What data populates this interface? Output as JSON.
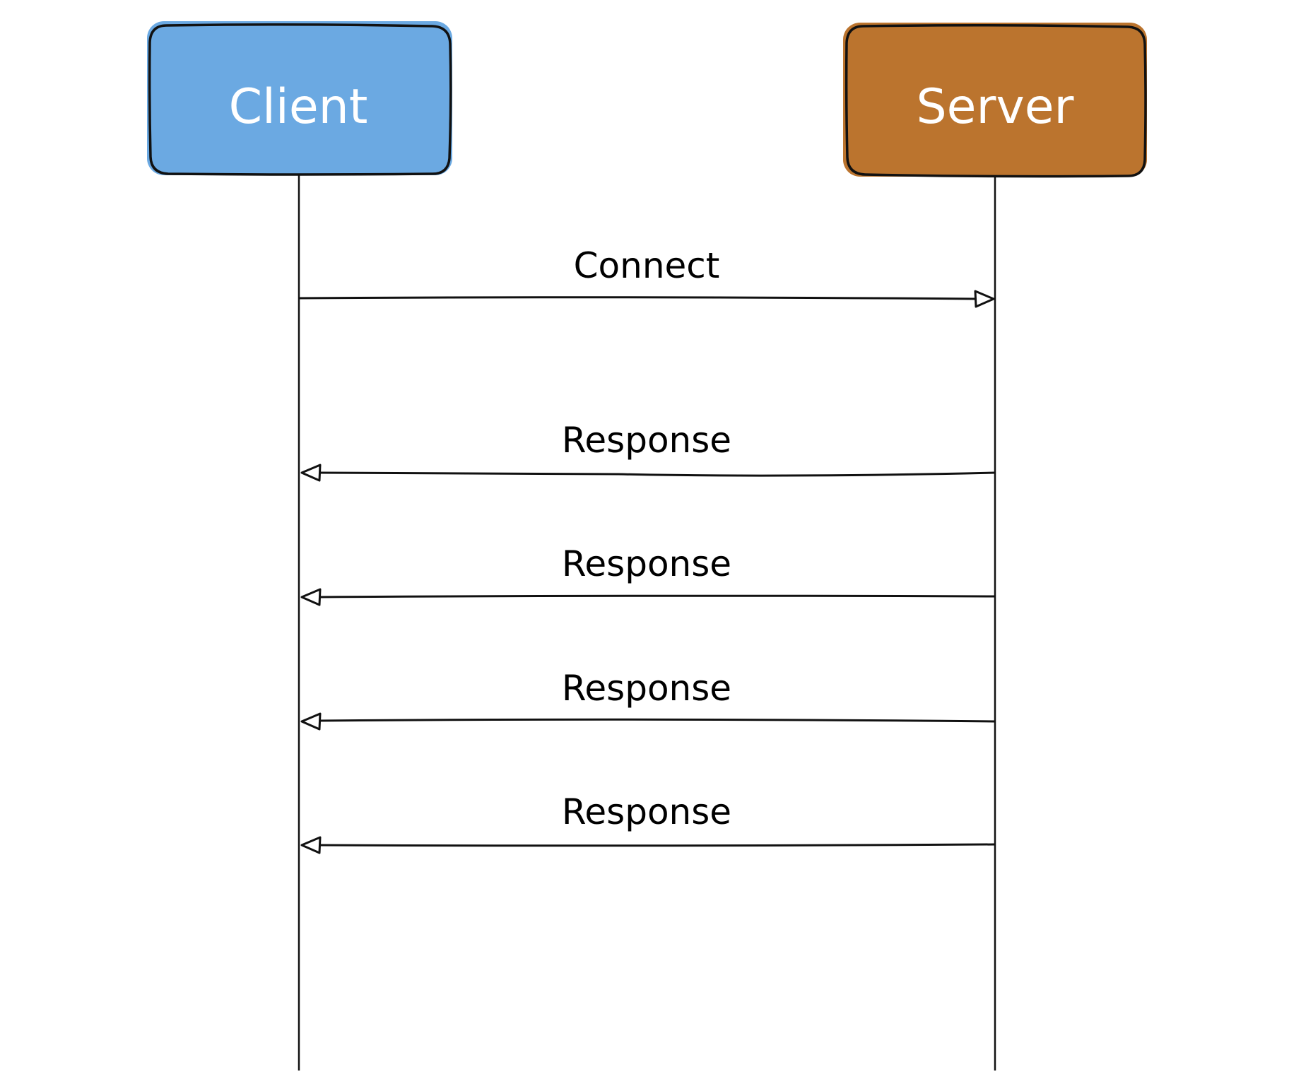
{
  "participants": {
    "client": {
      "label": "Client",
      "color": "#6BA9E2"
    },
    "server": {
      "label": "Server",
      "color": "#BB742E"
    }
  },
  "messages": [
    {
      "label": "Connect",
      "from": "client",
      "to": "server"
    },
    {
      "label": "Response",
      "from": "server",
      "to": "client"
    },
    {
      "label": "Response",
      "from": "server",
      "to": "client"
    },
    {
      "label": "Response",
      "from": "server",
      "to": "client"
    },
    {
      "label": "Response",
      "from": "server",
      "to": "client"
    }
  ]
}
